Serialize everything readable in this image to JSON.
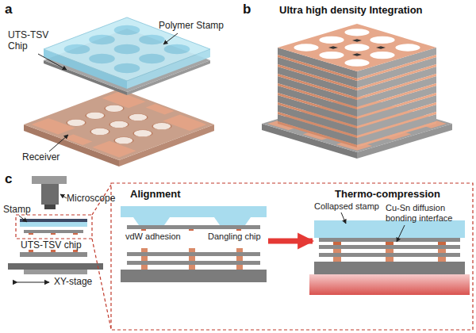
{
  "diagram": {
    "nodes": [
      {
        "text": [
          "Alignment"
        ]
      },
      {
        "text": [
          "Thermo-compression"
        ]
      }
    ],
    "edges": [
      {
        "from": 0,
        "to": 1,
        "arrow": "to"
      }
    ],
    "labels": [
      "a",
      "UTS-TSV Chip",
      "Polymer Stamp",
      "Receiver",
      "b",
      "Ultra high density Integration",
      "c",
      "Stamp",
      "Microscope",
      "UTS-TSV chip",
      "XY-stage",
      "vdW adhesion",
      "Dangling chip",
      "Collapsed stamp",
      "Cu-Sn diffusion bonding interface"
    ]
  }
}
